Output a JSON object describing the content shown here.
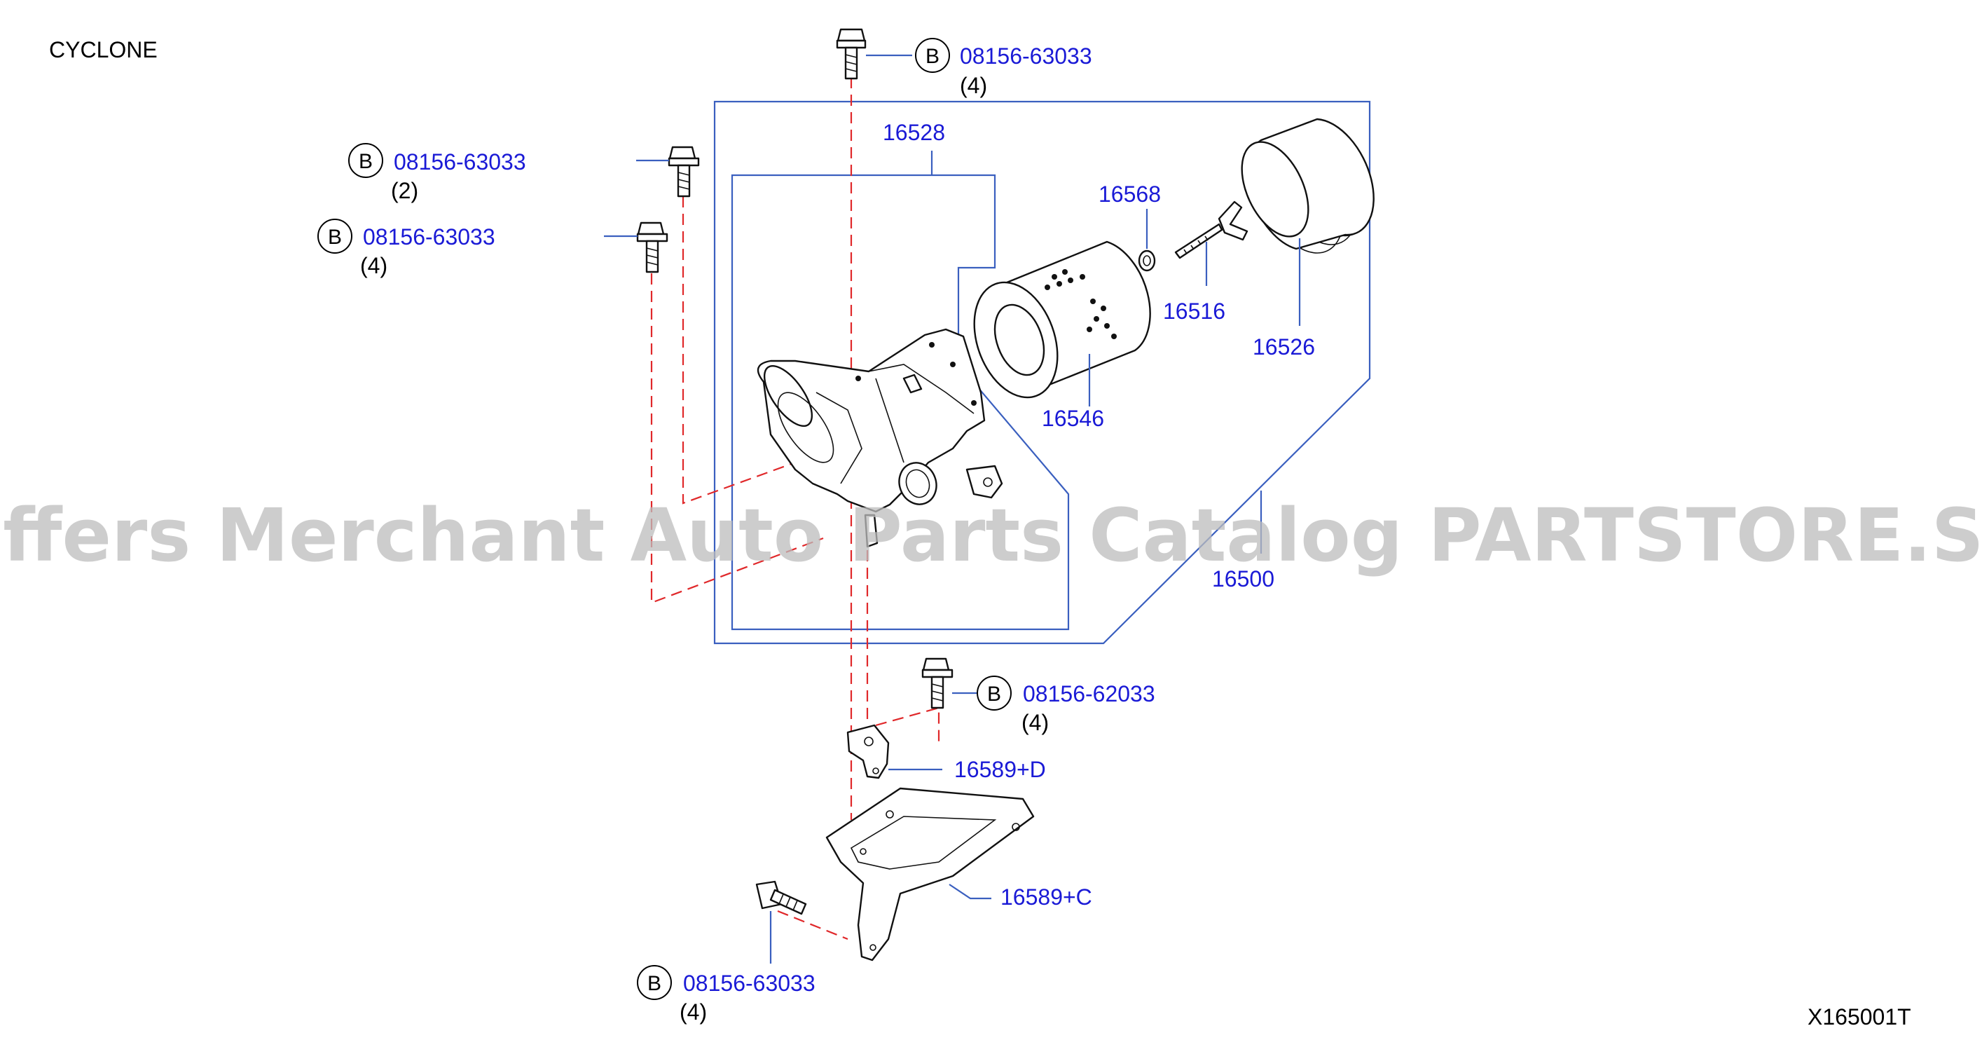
{
  "diagram": {
    "engine_label": "CYCLONE",
    "figure_code": "X165001T",
    "watermark": "Offers Merchant Auto Parts Catalog PARTSTORE.SA",
    "bolt_symbol": "B",
    "callouts": {
      "bolt_top": {
        "part": "08156-63033",
        "qty": "(4)"
      },
      "bolt_left_upper": {
        "part": "08156-63033",
        "qty": "(2)"
      },
      "bolt_left_lower": {
        "part": "08156-63033",
        "qty": "(4)"
      },
      "bolt_mid": {
        "part": "08156-62033",
        "qty": "(4)"
      },
      "bolt_bottom": {
        "part": "08156-63033",
        "qty": "(4)"
      },
      "air_cleaner_assy": "16500",
      "air_cleaner_body": "16528",
      "element": "16546",
      "gasket": "16568",
      "wing_bolt": "16516",
      "cover": "16526",
      "bracket_d": "16589+D",
      "bracket_c": "16589+C"
    },
    "colors": {
      "part_number": "#1a1ad6",
      "leader": "#3a5fbf",
      "phantom_line": "#e0282a",
      "watermark": "#bdbdbd"
    }
  }
}
